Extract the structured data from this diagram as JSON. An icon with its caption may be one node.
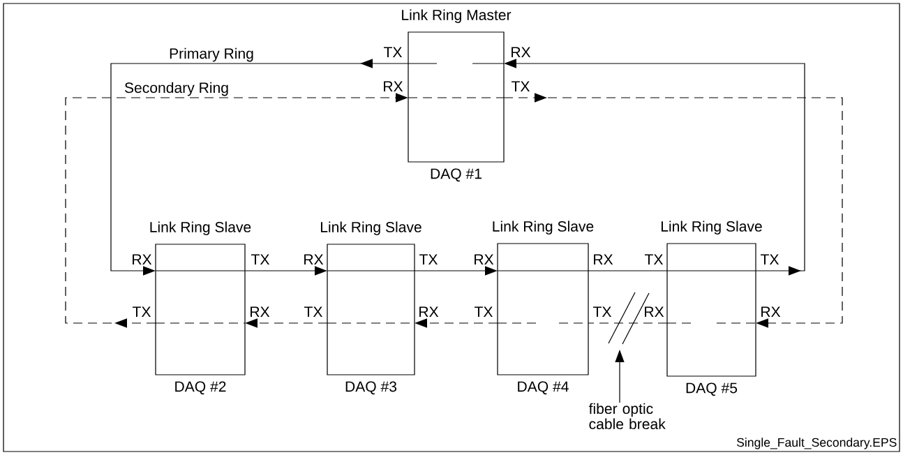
{
  "diagram": {
    "nodes": [
      {
        "text": [
          "Link Ring Master"
        ],
        "beside": [
          "DAQ #1"
        ]
      },
      {
        "text": [
          "Link Ring Slave"
        ],
        "beside": [
          "DAQ #2"
        ]
      },
      {
        "text": [
          "Link Ring Slave"
        ],
        "beside": [
          "DAQ #3"
        ]
      },
      {
        "text": [
          "Link Ring Slave"
        ],
        "beside": [
          "DAQ #4"
        ]
      },
      {
        "text": [
          "Link Ring Slave"
        ],
        "beside": [
          "DAQ #5"
        ]
      },
      {
        "text": [
          "fiber optic cable break"
        ]
      }
    ],
    "edges": [
      {
        "from": 0,
        "to": 1,
        "arrow": "to"
      },
      {
        "from": 1,
        "to": 2,
        "arrow": "to"
      },
      {
        "from": 2,
        "to": 3,
        "arrow": "to"
      },
      {
        "from": 3,
        "to": 4,
        "arrow": "none"
      },
      {
        "from": 4,
        "to": 0,
        "arrow": "to"
      },
      {
        "from": 0,
        "to": 4,
        "arrow": "to",
        "style": "dashed"
      },
      {
        "from": 4,
        "to": 3,
        "arrow": "none",
        "style": "dashed"
      },
      {
        "from": 3,
        "to": 2,
        "arrow": "to",
        "style": "dashed"
      },
      {
        "from": 2,
        "to": 1,
        "arrow": "to",
        "style": "dashed"
      },
      {
        "from": 1,
        "to": 0,
        "arrow": "to",
        "style": "dashed"
      },
      {
        "from": 5,
        "to": null,
        "arrow": "to"
      }
    ],
    "labels": [
      "Primary Ring",
      "TX",
      "RX",
      "Secondary Ring",
      "RX",
      "TX",
      "RX",
      "TX",
      "RX",
      "TX",
      "RX",
      "RX",
      "TX",
      "TX",
      "TX",
      "RX",
      "TX",
      "RX",
      "TX",
      "TX",
      "RX",
      "RX",
      "Single_Fault_Secondary.EPS"
    ]
  }
}
